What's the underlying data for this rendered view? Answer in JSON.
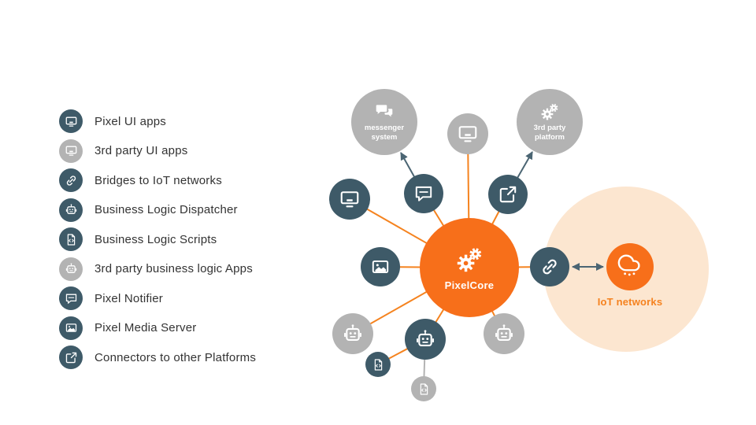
{
  "colors": {
    "orange": "#F76F1A",
    "slate": "#3E5A68",
    "gray": "#B3B3B3",
    "peach_halo": "#FCE6D0",
    "line_orange": "#F5831F",
    "arrow_slate": "#4B6573",
    "legend_text": "#333333"
  },
  "legend": {
    "items": [
      {
        "label": "Pixel UI apps",
        "icon": "monitor-icon",
        "variant": "slate"
      },
      {
        "label": "3rd party UI apps",
        "icon": "monitor-icon",
        "variant": "gray"
      },
      {
        "label": "Bridges to IoT networks",
        "icon": "link-icon",
        "variant": "slate"
      },
      {
        "label": "Business Logic Dispatcher",
        "icon": "robot-icon",
        "variant": "slate"
      },
      {
        "label": "Business Logic Scripts",
        "icon": "script-icon",
        "variant": "slate"
      },
      {
        "label": "3rd party business logic Apps",
        "icon": "robot-icon",
        "variant": "gray"
      },
      {
        "label": "Pixel Notifier",
        "icon": "chat-icon",
        "variant": "slate"
      },
      {
        "label": "Pixel Media Server",
        "icon": "media-icon",
        "variant": "slate"
      },
      {
        "label": "Connectors to other Platforms",
        "icon": "external-link-icon",
        "variant": "slate"
      }
    ]
  },
  "diagram": {
    "center": {
      "label": "PixelCore",
      "icon": "gears-icon"
    },
    "messenger": {
      "label": "messenger system",
      "icon": "messenger-icon"
    },
    "third_party_platform": {
      "label": "3rd party platform",
      "icon": "gears-icon"
    },
    "iot": {
      "label": "IoT networks",
      "icon": "cloud-icon"
    }
  }
}
